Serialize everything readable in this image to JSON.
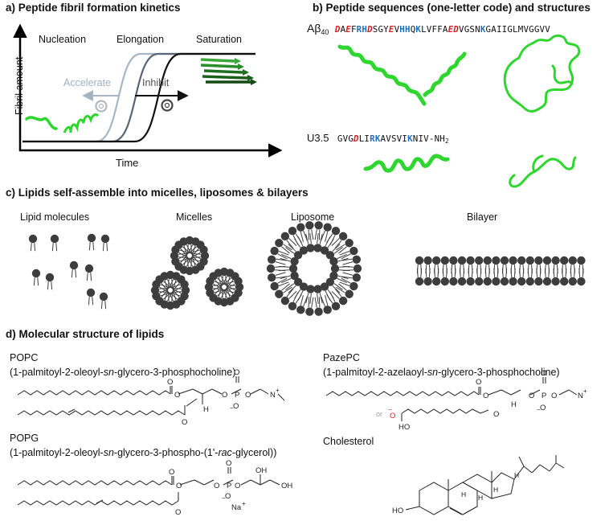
{
  "panel_a": {
    "title": "a) Peptide fibril formation kinetics",
    "y_axis": "Fibril amount",
    "x_axis": "Time",
    "phases": [
      "Nucleation",
      "Elongation",
      "Saturation"
    ],
    "accelerate": "Accelerate",
    "inhibit": "Inhibit"
  },
  "panel_b": {
    "title": "b) Peptide sequences (one-letter code) and structures",
    "abeta_name": "Aβ",
    "abeta_sub": "40",
    "abeta_seq": [
      {
        "t": "D",
        "c": "neg"
      },
      {
        "t": "A",
        "c": "n"
      },
      {
        "t": "E",
        "c": "neg"
      },
      {
        "t": "F",
        "c": "n"
      },
      {
        "t": "R",
        "c": "pos"
      },
      {
        "t": "H",
        "c": "pos"
      },
      {
        "t": "D",
        "c": "neg"
      },
      {
        "t": "SGY",
        "c": "n"
      },
      {
        "t": "E",
        "c": "neg"
      },
      {
        "t": "V",
        "c": "n"
      },
      {
        "t": "HH",
        "c": "pos"
      },
      {
        "t": "Q",
        "c": "n"
      },
      {
        "t": "K",
        "c": "pos"
      },
      {
        "t": "LVFFA",
        "c": "n"
      },
      {
        "t": "ED",
        "c": "neg"
      },
      {
        "t": "VGSN",
        "c": "n"
      },
      {
        "t": "K",
        "c": "pos"
      },
      {
        "t": "GAIIGLMVGGVV",
        "c": "n"
      }
    ],
    "u35_name": "U3.5",
    "u35_seq": [
      {
        "t": "GVG",
        "c": "n"
      },
      {
        "t": "D",
        "c": "neg"
      },
      {
        "t": "LI",
        "c": "n"
      },
      {
        "t": "RK",
        "c": "pos"
      },
      {
        "t": "AVSVI",
        "c": "n"
      },
      {
        "t": "K",
        "c": "pos"
      },
      {
        "t": "NIV-NH",
        "c": "n"
      }
    ],
    "u35_sub": "2"
  },
  "panel_c": {
    "title": "c) Lipids self-assemble into micelles, liposomes & bilayers",
    "labels": [
      "Lipid molecules",
      "Micelles",
      "Liposome",
      "Bilayer"
    ]
  },
  "panel_d": {
    "title": "d) Molecular structure of lipids",
    "popc_name": "POPC",
    "popc_full_pre": "(1-palmitoyl-2-oleoyl-",
    "popc_full_it": "sn",
    "popc_full_post": "-glycero-3-phosphocholine)",
    "pazepc_name": "PazePC",
    "pazepc_full_pre": "(1-palmitoyl-2-azelaoyl-",
    "pazepc_full_it": "sn",
    "pazepc_full_post": "-glycero-3-phosphocholine)",
    "popg_name": "POPG",
    "popg_full_pre": "(1-palmitoyl-2-oleoyl-",
    "popg_full_it": "sn",
    "popg_full_mid": "-glycero-3-phospho-(1'-",
    "popg_full_it2": "rac",
    "popg_full_post": "-glycerol))",
    "cholesterol_name": "Cholesterol",
    "atoms": {
      "O": "O",
      "P": "P",
      "H": "H",
      "N": "N",
      "OH": "OH",
      "HO": "HO",
      "Na": "Na",
      "plus": "+",
      "minus": "−",
      "or": "or"
    }
  },
  "colors": {
    "green": "#2fd62f",
    "dark_green": "#1b6e1b",
    "anionic": "#d4232a",
    "cationic": "#1f6fc1",
    "lipid": "#3d3d3d"
  }
}
